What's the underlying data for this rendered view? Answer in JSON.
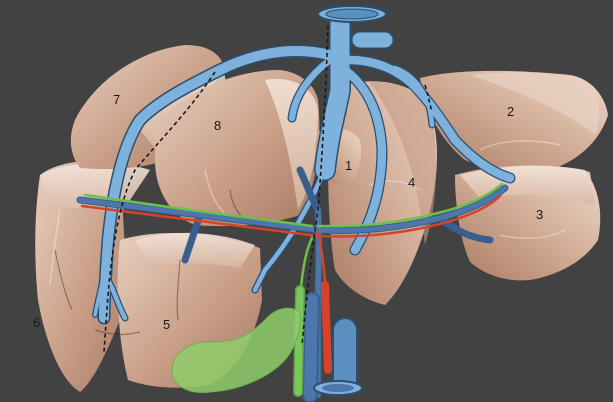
{
  "segments": [
    {
      "label": "1"
    },
    {
      "label": "2"
    },
    {
      "label": "3"
    },
    {
      "label": "4"
    },
    {
      "label": "5"
    },
    {
      "label": "6"
    },
    {
      "label": "7"
    },
    {
      "label": "8"
    }
  ],
  "colors": {
    "background": "#424242",
    "liver_light": "#e4c6b4",
    "liver_mid": "#c49a83",
    "liver_dark": "#a2735c",
    "hepatic_vein": "#7fb1dd",
    "hepatic_vein_edge": "#2a4f6f",
    "portal_vein": "#4a6fa0",
    "hepatic_artery": "#d6432a",
    "bile_duct": "#7cc65e",
    "gallbladder": "#8fcc6a"
  }
}
